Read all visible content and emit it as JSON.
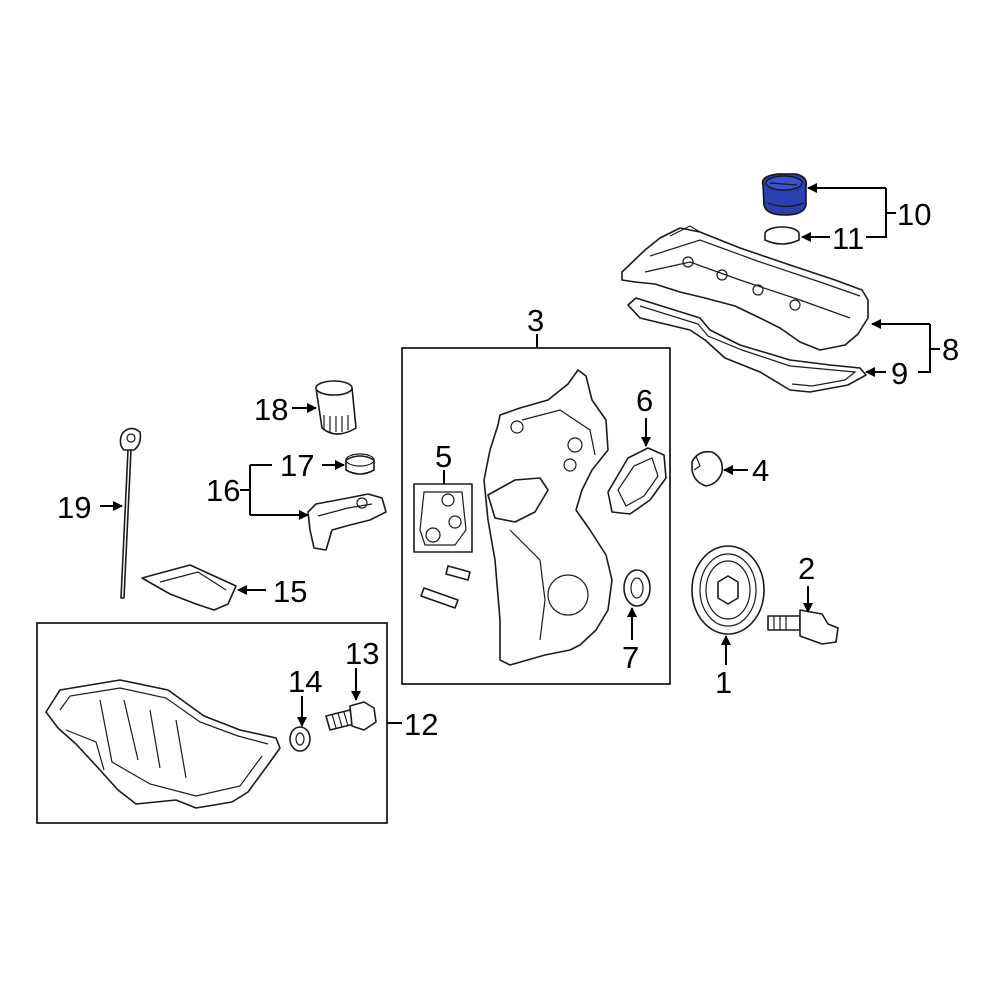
{
  "callouts": {
    "c1": "1",
    "c2": "2",
    "c3": "3",
    "c4": "4",
    "c5": "5",
    "c6": "6",
    "c7": "7",
    "c8": "8",
    "c9": "9",
    "c10": "10",
    "c11": "11",
    "c12": "12",
    "c13": "13",
    "c14": "14",
    "c15": "15",
    "c16": "16",
    "c17": "17",
    "c18": "18",
    "c19": "19"
  },
  "colors": {
    "highlight": "#2a3fb0",
    "line": "#1a1a1a"
  },
  "highlighted_part": "10"
}
